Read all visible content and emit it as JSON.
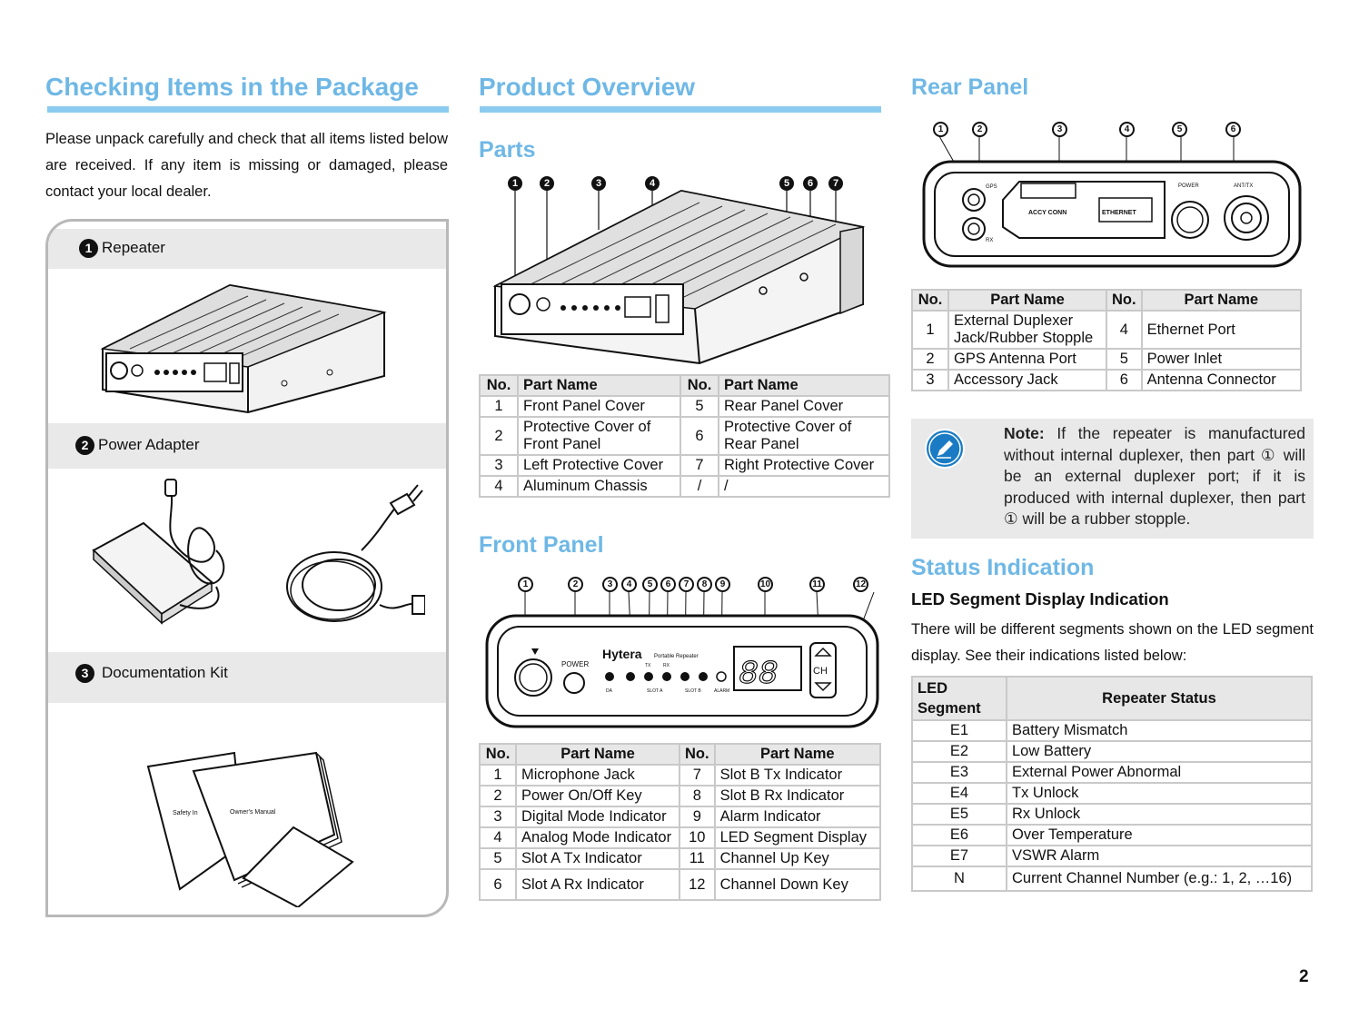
{
  "col1": {
    "title": "Checking Items in the Package",
    "intro": "Please unpack carefully and check that all items listed below are received. If any item is missing or damaged, please contact your local dealer.",
    "items": [
      {
        "num": "1",
        "label": "Repeater"
      },
      {
        "num": "2",
        "label": "Power Adapter"
      },
      {
        "num": "3",
        "label": "Documentation Kit"
      }
    ],
    "doc_labels": {
      "safety": "Safety In",
      "manual": "Owner's Manual"
    }
  },
  "col2": {
    "title": "Product Overview",
    "parts_title": "Parts",
    "parts_callouts": [
      "1",
      "2",
      "3",
      "4",
      "5",
      "6",
      "7"
    ],
    "parts_table": {
      "headers": [
        "No.",
        "Part Name",
        "No.",
        "Part Name"
      ],
      "rows": [
        [
          "1",
          "Front Panel Cover",
          "5",
          "Rear Panel Cover"
        ],
        [
          "2",
          "Protective Cover of Front Panel",
          "6",
          "Protective Cover of Rear Panel"
        ],
        [
          "3",
          "Left Protective Cover",
          "7",
          "Right Protective Cover"
        ],
        [
          "4",
          "Aluminum Chassis",
          "/",
          "/"
        ]
      ]
    },
    "front_title": "Front Panel",
    "front_callouts": [
      "1",
      "2",
      "3",
      "4",
      "5",
      "6",
      "7",
      "8",
      "9",
      "10",
      "11",
      "12"
    ],
    "front_labels": {
      "brand": "Hytera",
      "sub": "Portable Repeater",
      "power": "POWER",
      "ch": "CH",
      "alarm": "ALARM",
      "da": "DA",
      "slot_a": "SLOT A",
      "slot_b": "SLOT B",
      "tx": "TX",
      "rx": "RX",
      "seg": "88"
    },
    "front_table": {
      "headers": [
        "No.",
        "Part Name",
        "No.",
        "Part Name"
      ],
      "rows": [
        [
          "1",
          "Microphone Jack",
          "7",
          "Slot B Tx Indicator"
        ],
        [
          "2",
          "Power On/Off Key",
          "8",
          "Slot B Rx Indicator"
        ],
        [
          "3",
          "Digital Mode Indicator",
          "9",
          "Alarm Indicator"
        ],
        [
          "4",
          "Analog Mode Indicator",
          "10",
          "LED Segment Display"
        ],
        [
          "5",
          "Slot A Tx Indicator",
          "11",
          "Channel Up Key"
        ],
        [
          "6",
          "Slot A Rx Indicator",
          "12",
          "Channel Down Key"
        ]
      ]
    }
  },
  "col3": {
    "rear_title": "Rear Panel",
    "rear_callouts": [
      "1",
      "2",
      "3",
      "4",
      "5",
      "6"
    ],
    "rear_labels": {
      "gps": "GPS",
      "rx": "RX",
      "acc": "ACCY CONN",
      "eth": "ETHERNET",
      "power": "POWER",
      "ant": "ANT/TX"
    },
    "rear_table": {
      "headers": [
        "No.",
        "Part Name",
        "No.",
        "Part Name"
      ],
      "rows": [
        [
          "1",
          "External Duplexer Jack/Rubber Stopple",
          "4",
          "Ethernet Port"
        ],
        [
          "2",
          "GPS Antenna Port",
          "5",
          "Power Inlet"
        ],
        [
          "3",
          "Accessory Jack",
          "6",
          "Antenna Connector"
        ]
      ]
    },
    "note_label": "Note:",
    "note_text": " If the repeater is manufactured without internal duplexer, then part ① will be an external duplexer port; if it is produced with internal duplexer, then part ① will be a rubber stopple.",
    "status_title": "Status Indication",
    "led_heading": "LED Segment Display Indication",
    "led_intro": "There will be different segments shown on the LED segment display. See their indications listed below:",
    "led_table": {
      "headers": [
        "LED Segment",
        "Repeater Status"
      ],
      "rows": [
        [
          "E1",
          "Battery Mismatch"
        ],
        [
          "E2",
          "Low Battery"
        ],
        [
          "E3",
          "External Power Abnormal"
        ],
        [
          "E4",
          "Tx Unlock"
        ],
        [
          "E5",
          "Rx Unlock"
        ],
        [
          "E6",
          "Over Temperature"
        ],
        [
          "E7",
          "VSWR Alarm"
        ],
        [
          "N",
          "Current Channel Number (e.g.: 1, 2, …16)"
        ]
      ]
    }
  },
  "page_number": "2"
}
